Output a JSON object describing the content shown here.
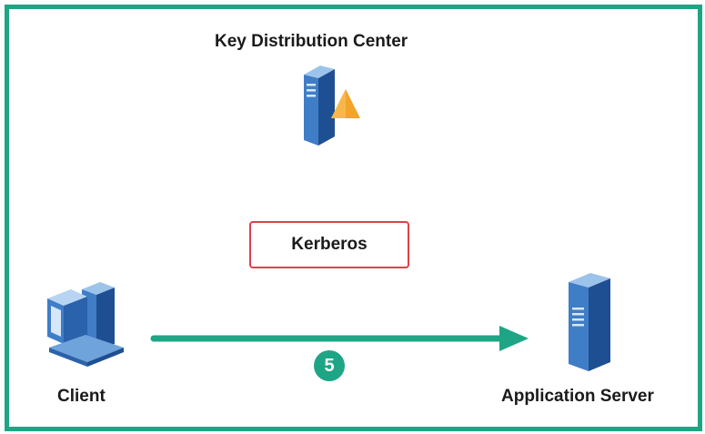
{
  "kdc": {
    "title": "Key Distribution Center",
    "icon": "server-warning-icon"
  },
  "protocol": {
    "label": "Kerberos"
  },
  "client": {
    "label": "Client",
    "icon": "computer-icon"
  },
  "server": {
    "label": "Application Server",
    "icon": "server-tower-icon"
  },
  "flow": {
    "step": "5"
  },
  "colors": {
    "frame": "#1ea585",
    "arrow": "#1ea585",
    "badge": "#1ea585",
    "kerberos_border": "#d9434a",
    "icon_blue": "#2f6cb5",
    "warning_orange": "#f2a32a"
  }
}
